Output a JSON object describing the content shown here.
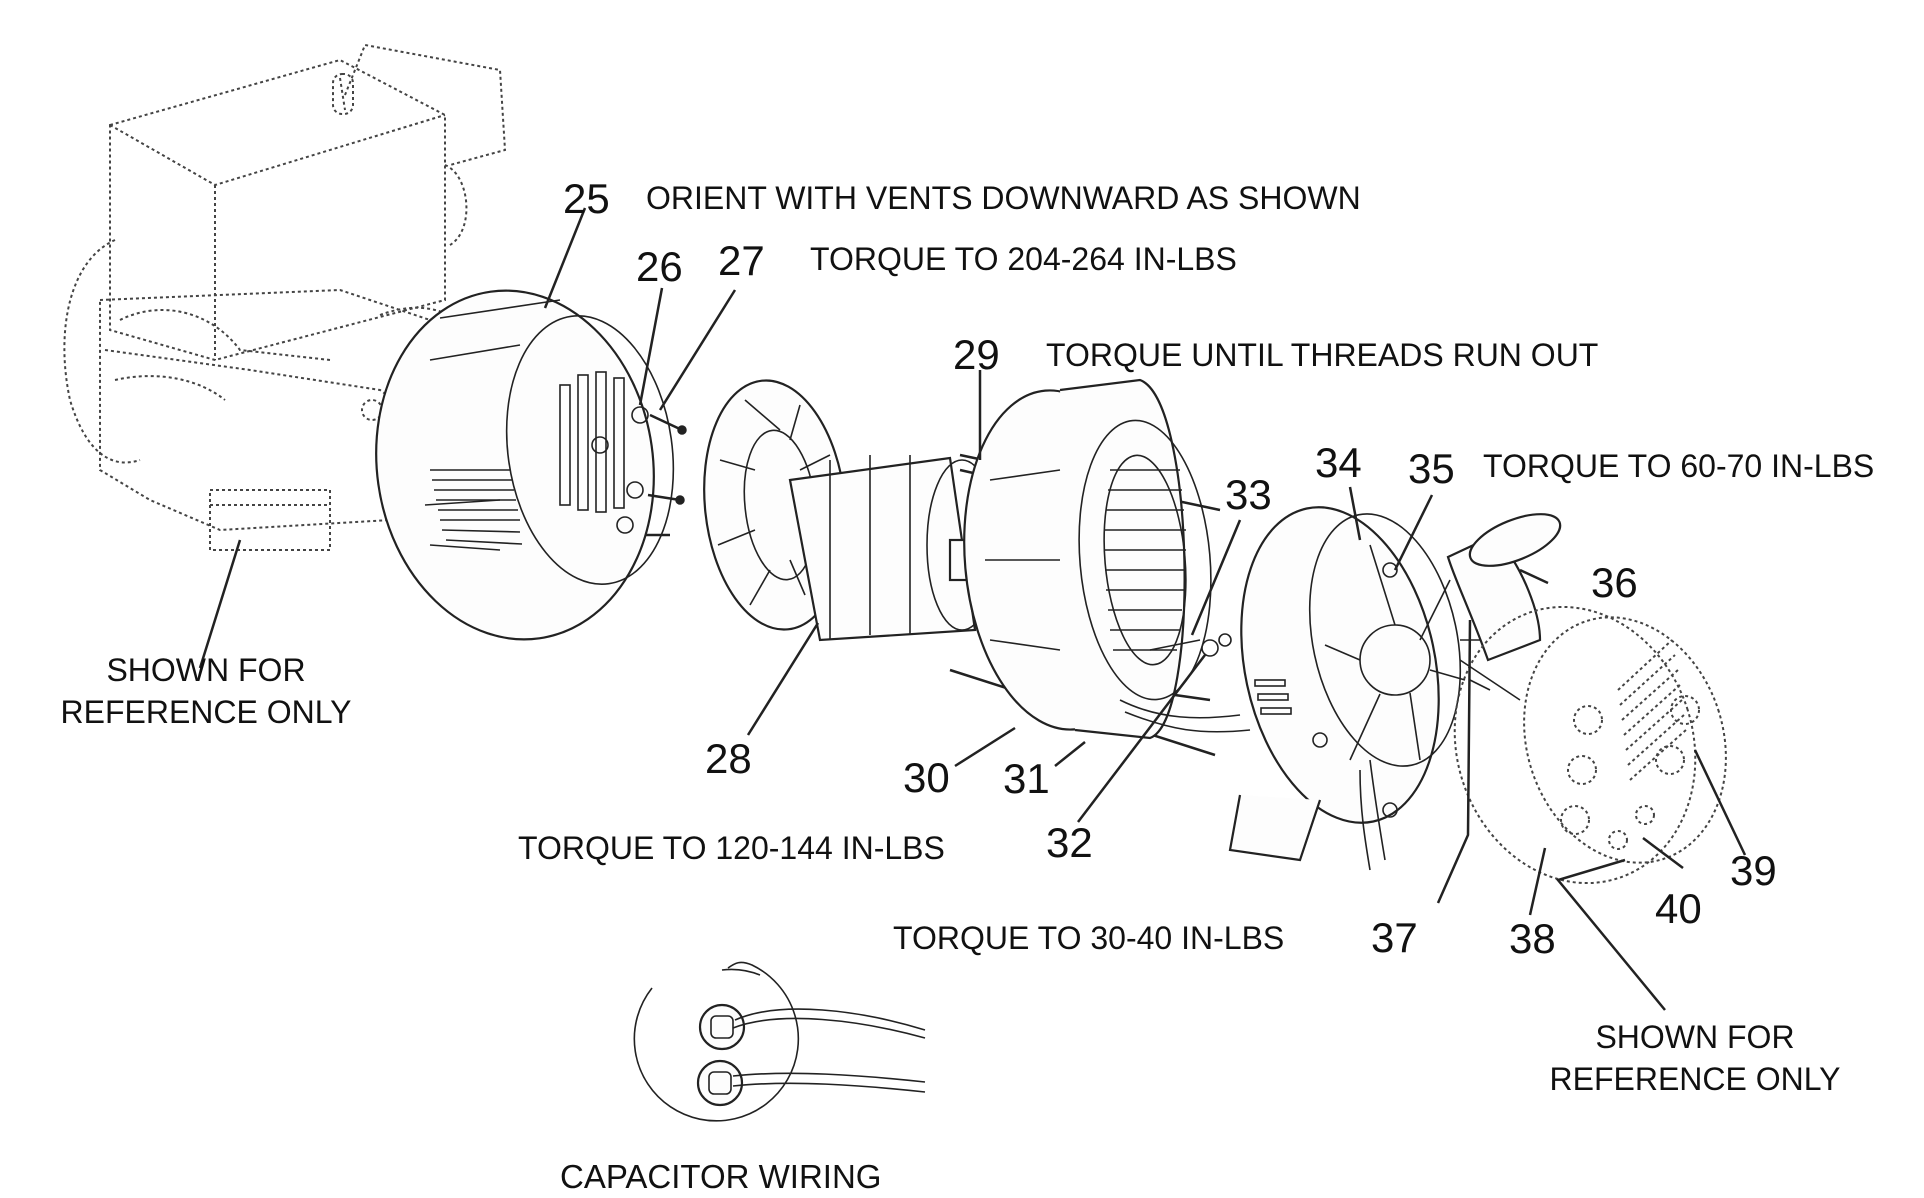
{
  "callouts": {
    "p25": "25",
    "p26": "26",
    "p27": "27",
    "p28": "28",
    "p29": "29",
    "p30": "30",
    "p31": "31",
    "p32": "32",
    "p33": "33",
    "p34": "34",
    "p35": "35",
    "p36": "36",
    "p37": "37",
    "p38": "38",
    "p39": "39",
    "p40": "40"
  },
  "notes": {
    "orient": "ORIENT WITH VENTS DOWNWARD AS SHOWN",
    "torque_204": "TORQUE TO 204-264 IN-LBS",
    "torque_threads": "TORQUE UNTIL THREADS RUN OUT",
    "torque_60": "TORQUE TO 60-70 IN-LBS",
    "torque_120": "TORQUE TO 120-144 IN-LBS",
    "torque_30": "TORQUE TO 30-40 IN-LBS"
  },
  "references": {
    "left_line1": "SHOWN FOR",
    "left_line2": "REFERENCE ONLY",
    "right_line1": "SHOWN FOR",
    "right_line2": "REFERENCE ONLY"
  },
  "capacitor": {
    "caption": "CAPACITOR WIRING"
  }
}
